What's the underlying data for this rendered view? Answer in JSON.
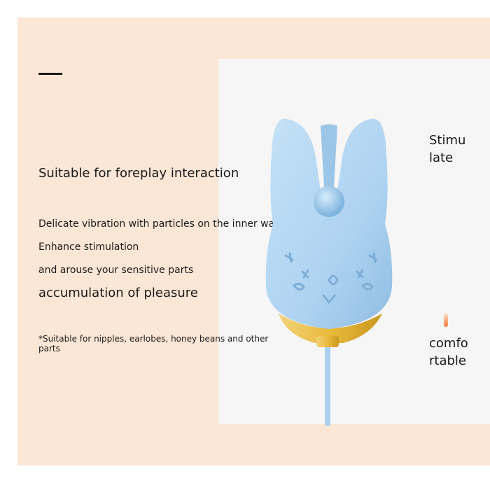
{
  "headline": "Suitable for foreplay interaction",
  "features": [
    "Delicate vibration with particles on the inner wall",
    "Enhance stimulation",
    "and arouse your sensitive parts"
  ],
  "emphasis": "accumulation of pleasure",
  "footnote": "*Suitable for nipples, earlobes, honey beans and other parts",
  "side_labels": {
    "top": "Stimu late",
    "bottom": "comfo rtable"
  },
  "colors": {
    "background_peach": "#fce6d5",
    "panel": "#f6f6f6",
    "product_blue": "#aed3f1",
    "accent_gold": "#e8b93b",
    "marker_orange": "#f07a3c"
  }
}
